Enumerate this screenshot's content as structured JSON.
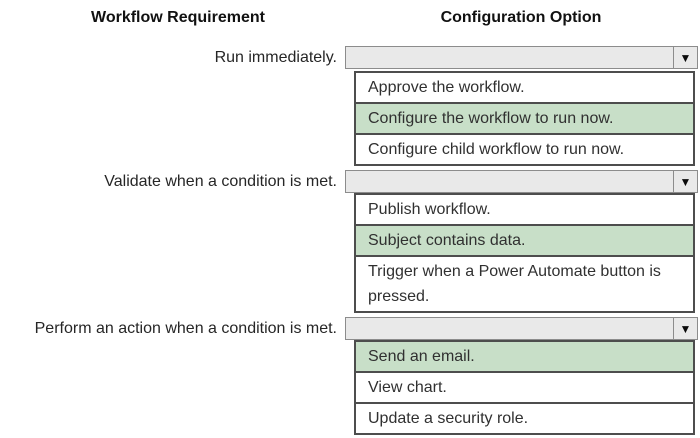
{
  "header": {
    "left": "Workflow Requirement",
    "right": "Configuration Option"
  },
  "dropdown_arrow_glyph": "▼",
  "colors": {
    "highlight": "#c8dfc8",
    "dropdown_fill": "#e9e9e9",
    "dropdown_border": "#8c8c8c",
    "list_border": "#4d4d4d",
    "text": "#303030"
  },
  "sections": [
    {
      "requirement": "Run immediately.",
      "selected_value": "",
      "options": [
        {
          "label": "Approve the workflow.",
          "highlighted": false
        },
        {
          "label": "Configure the workflow to run now.",
          "highlighted": true
        },
        {
          "label": "Configure child workflow to run now.",
          "highlighted": false
        }
      ]
    },
    {
      "requirement": "Validate when a condition is met.",
      "selected_value": "",
      "options": [
        {
          "label": "Publish workflow.",
          "highlighted": false
        },
        {
          "label": "Subject contains data.",
          "highlighted": true
        },
        {
          "label": "Trigger when a Power Automate button is pressed.",
          "highlighted": false
        }
      ]
    },
    {
      "requirement": "Perform an action when a condition is met.",
      "selected_value": "",
      "options": [
        {
          "label": "Send an email.",
          "highlighted": true
        },
        {
          "label": "View chart.",
          "highlighted": false
        },
        {
          "label": "Update a security role.",
          "highlighted": false
        }
      ]
    }
  ]
}
